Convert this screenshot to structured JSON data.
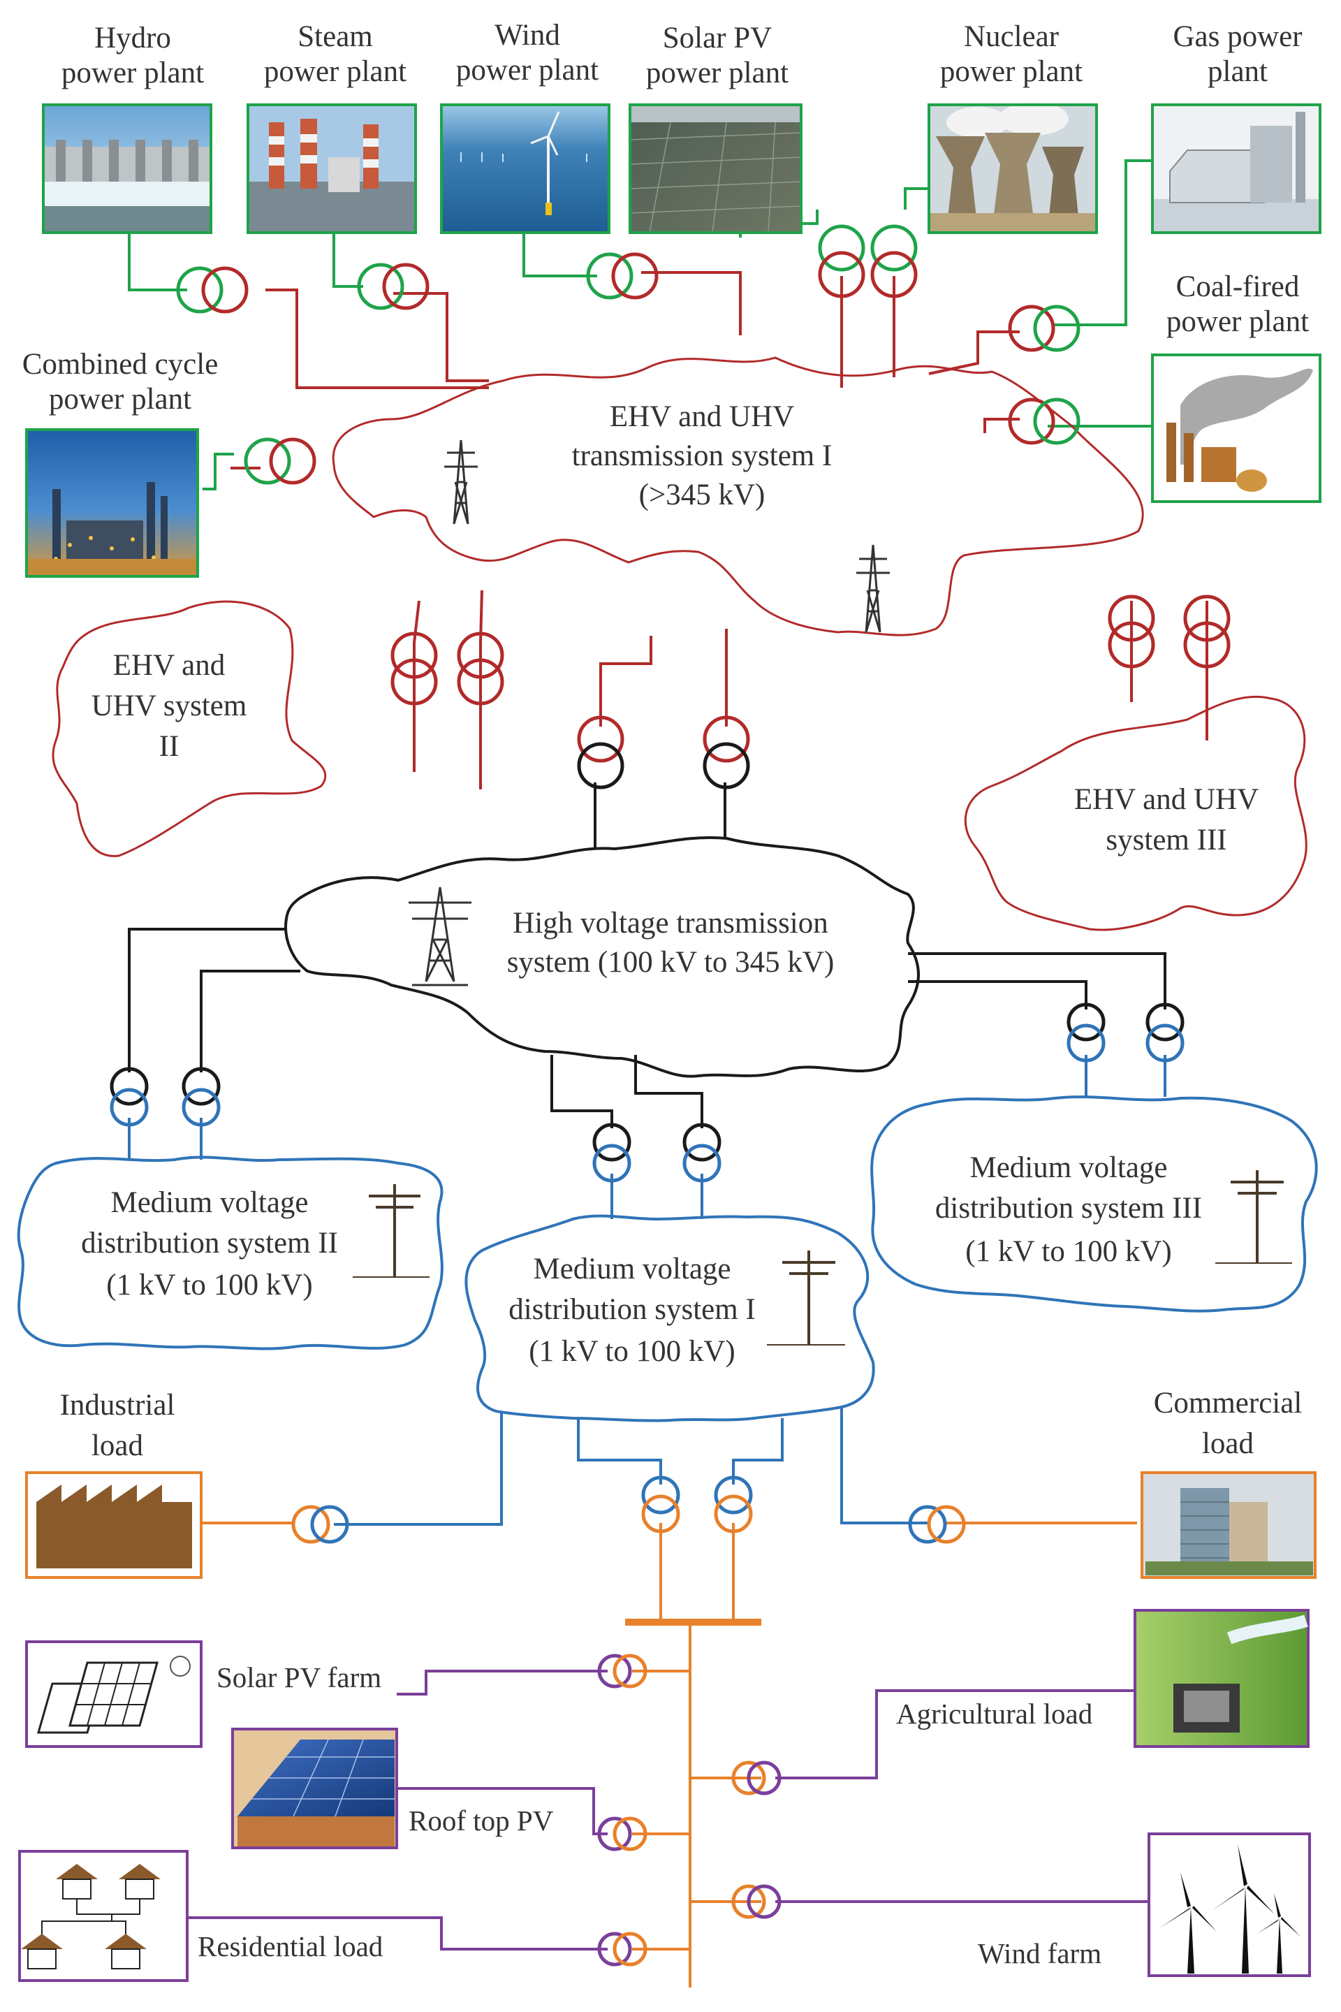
{
  "colors": {
    "ehv_red": "#b22a2a",
    "hv_black": "#1a1a1a",
    "mv_blue": "#2f74b8",
    "gen_green": "#1fa34a",
    "load_orange": "#e8812b",
    "lv_purple": "#7a3f9a",
    "text": "#333333"
  },
  "plants": {
    "hydro": [
      "Hydro",
      "power plant"
    ],
    "steam": [
      "Steam",
      "power plant"
    ],
    "wind": [
      "Wind",
      "power plant"
    ],
    "solar": [
      "Solar PV",
      "power plant"
    ],
    "nuclear": [
      "Nuclear",
      "power plant"
    ],
    "gas": [
      "Gas power",
      "plant"
    ],
    "coal": [
      "Coal-fired",
      "power plant"
    ],
    "combined": [
      "Combined cycle",
      "power plant"
    ]
  },
  "systems": {
    "ehv1": [
      "EHV and UHV",
      "transmission system I",
      "(>345 kV)"
    ],
    "ehv2": [
      "EHV and",
      "UHV system",
      "II"
    ],
    "ehv3": [
      "EHV and UHV",
      "system III"
    ],
    "hv": [
      "High voltage transmission",
      "system (100 kV to 345 kV)"
    ],
    "mv1": [
      "Medium voltage",
      "distribution system I",
      "(1 kV to 100 kV)"
    ],
    "mv2": [
      "Medium voltage",
      "distribution system II",
      "(1 kV to 100 kV)"
    ],
    "mv3": [
      "Medium voltage",
      "distribution system III",
      "(1 kV to 100 kV)"
    ]
  },
  "loads": {
    "industrial": [
      "Industrial",
      "load"
    ],
    "commercial": [
      "Commercial",
      "load"
    ],
    "solar_farm": "Solar PV farm",
    "agricultural": "Agricultural load",
    "rooftop": "Roof top PV",
    "residential": "Residential load",
    "wind_farm": "Wind farm"
  },
  "icons": [
    "hydro-dam-photo",
    "steam-plant-photo",
    "offshore-wind-photo",
    "solar-field-photo",
    "cooling-towers-photo",
    "gas-turbine-photo",
    "coal-plant-icon",
    "combined-cycle-photo",
    "transmission-tower-icon",
    "utility-pole-icon",
    "factory-icon",
    "office-building-photo",
    "solar-panel-icon",
    "water-pump-photo",
    "rooftop-solar-photo",
    "houses-icon",
    "wind-turbine-icon",
    "transformer-symbol"
  ]
}
